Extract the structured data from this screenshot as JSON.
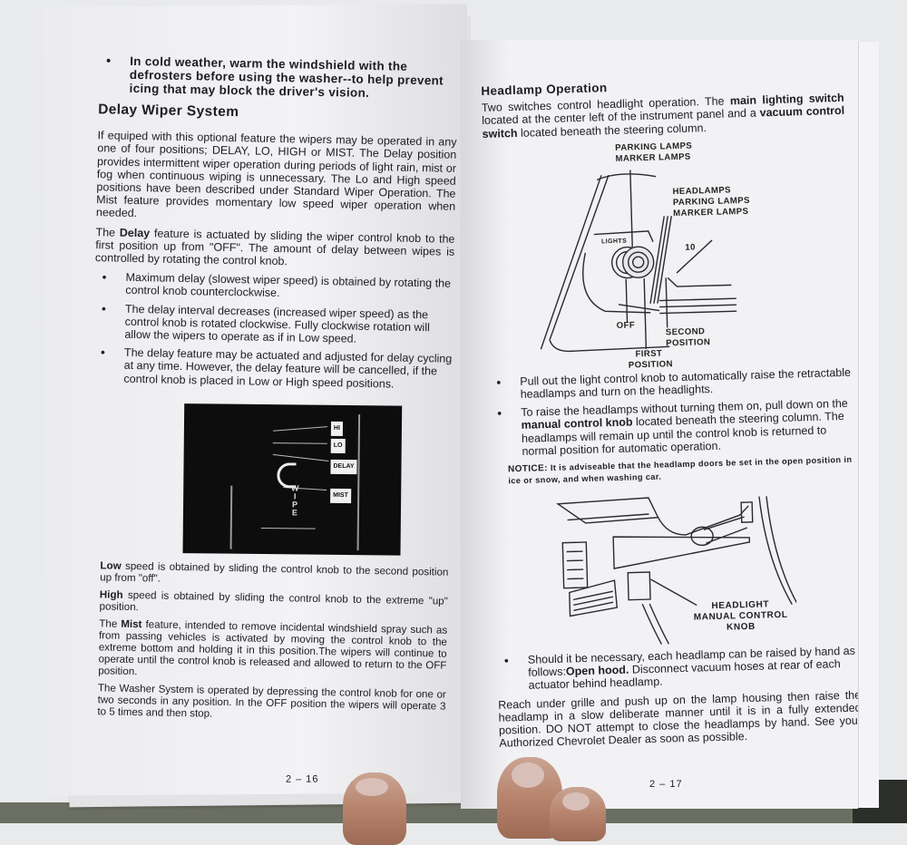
{
  "document": {
    "type": "Vehicle owner's manual, open two-page spread",
    "left_page": {
      "intro_bullet": "In cold weather, warm the windshield with the defrosters before using the washer--to help prevent icing that may block the driver's vision.",
      "heading": "Delay Wiper System",
      "para1": "If equiped with this optional feature the wipers may be operated in any one of four positions; DELAY, LO, HIGH or MIST. The Delay position provides intermittent wiper operation during periods of light rain, mist or fog when continuous wiping is unnecessary. The Lo and High speed positions have been described under Standard Wiper Operation. The Mist feature provides momentary low speed wiper operation when needed.",
      "para2_prefix": "The ",
      "para2_bold": "Delay",
      "para2_suffix": " feature is actuated by sliding the wiper control knob to the first position up from \"OFF\".        The amount of delay between wipes is controlled by rotating the control knob.",
      "bullets": [
        "Maximum delay (slowest wiper speed) is obtained by rotating the control knob counterclockwise.",
        "The delay interval decreases (increased wiper speed) as the control knob is rotated clockwise. Fully clockwise rotation will allow the wipers to operate as if in Low speed.",
        "The delay feature may be actuated and adjusted for delay cycling at any time. However, the delay feature will be cancelled, if the control knob is placed in Low or High speed positions."
      ],
      "photo_labels": {
        "hi": "HI",
        "lo": "LO",
        "delay": "DELAY",
        "mist": "MIST",
        "wipe": "W I P E"
      },
      "low_bold": "Low",
      "low_text": " speed is obtained by sliding the control knob to the second position up from \"off\".",
      "high_bold": "High",
      "high_text": " speed is obtained by sliding the control knob to the extreme \"up\" position.",
      "mist_prefix": "The ",
      "mist_bold": "Mist",
      "mist_text": " feature, intended to remove incidental windshield spray such as from passing vehicles is activated by moving the control knob to the extreme bottom and holding it in this position.The wipers will continue to operate until the control knob is released and allowed to return to the OFF position.",
      "washer_text": "The Washer System is operated by depressing the control knob for one or two seconds in any position. In the OFF position the wipers will operate 3 to 5 times and then stop.",
      "page_number": "2 – 16"
    },
    "right_page": {
      "heading": "Headlamp Operation",
      "intro_a": "Two switches control headlight operation. The ",
      "intro_bold1": "main lighting switch",
      "intro_b": " located at the center left of the instrument panel and a ",
      "intro_bold2": "vacuum control switch",
      "intro_c": " located beneath the steering column.",
      "diagram1_labels": {
        "top1": "PARKING LAMPS",
        "top2": "MARKER LAMPS",
        "mid1": "HEADLAMPS",
        "mid2": "PARKING LAMPS",
        "mid3": "MARKER LAMPS",
        "lights": "LIGHTS",
        "ten": "10",
        "off": "OFF",
        "second1": "SECOND",
        "second2": "POSITION",
        "first1": "FIRST",
        "first2": "POSITION"
      },
      "bullet1": "Pull out the light control knob to automatically raise the retractable headlamps and turn on the headlights.",
      "bullet2_a": "To raise the headlamps without turning them on, pull down on the ",
      "bullet2_bold": "manual control knob",
      "bullet2_b": " located beneath the steering column. The headlamps will remain up until the control knob is returned to normal position for automatic operation.",
      "notice_label": "NOTICE:",
      "notice_text": " It is adviseable that the headlamp doors be set in the open position in ice or snow, and when washing car.",
      "diagram2_labels": {
        "line1": "HEADLIGHT",
        "line2": "MANUAL CONTROL",
        "line3": "KNOB"
      },
      "bullet3_a": "Should it be necessary, each headlamp can be raised by hand as follows:",
      "bullet3_bold": "Open hood.",
      "bullet3_b": " Disconnect vacuum hoses at rear of each actuator behind headlamp.",
      "final_para": "Reach under grille and push up on the lamp housing then raise the headlamp in a slow deliberate manner until it is in a fully extended position. DO NOT attempt to close the headlamps by hand. See your Authorized Chevrolet Dealer as soon as possible.",
      "page_number": "2 – 17"
    }
  },
  "colors": {
    "paper": "#f1f1f3",
    "ink": "#1d1d22",
    "photo_bg": "#0d0d0e",
    "table": "#6b6e62",
    "skin": "#b7836c"
  }
}
